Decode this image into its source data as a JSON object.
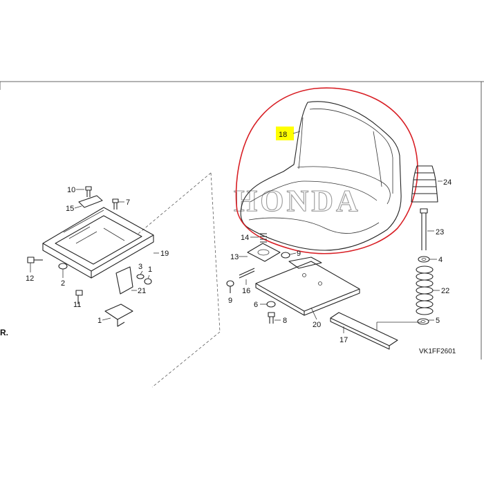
{
  "diagram": {
    "code": "VK1FF2601",
    "watermark": "HONDA",
    "corner_mark": "R.",
    "highlight_color": "#d81e24",
    "highlight_fill": "#ffff00",
    "highlighted_part": "18",
    "parts": {
      "p1a": "1",
      "p1b": "1",
      "p2": "2",
      "p3": "3",
      "p4": "4",
      "p5": "5",
      "p6": "6",
      "p7": "7",
      "p8": "8",
      "p9a": "9",
      "p9b": "9",
      "p10": "10",
      "p11": "11",
      "p12": "12",
      "p13": "13",
      "p14": "14",
      "p15": "15",
      "p16": "16",
      "p17": "17",
      "p18": "18",
      "p19": "19",
      "p20": "20",
      "p21": "21",
      "p22": "22",
      "p23": "23",
      "p24": "24"
    }
  }
}
